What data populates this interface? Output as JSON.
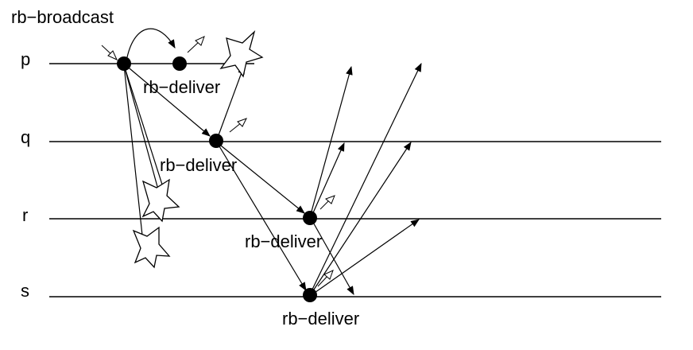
{
  "processes": [
    "p",
    "q",
    "r",
    "s"
  ],
  "broadcast_label": "rb−broadcast",
  "deliver_label": "rb−deliver",
  "icons": {
    "event": "filled-dot-icon",
    "crash": "crash-star-icon",
    "message": "arrow-icon",
    "local_event": "hollow-arrow-icon"
  }
}
